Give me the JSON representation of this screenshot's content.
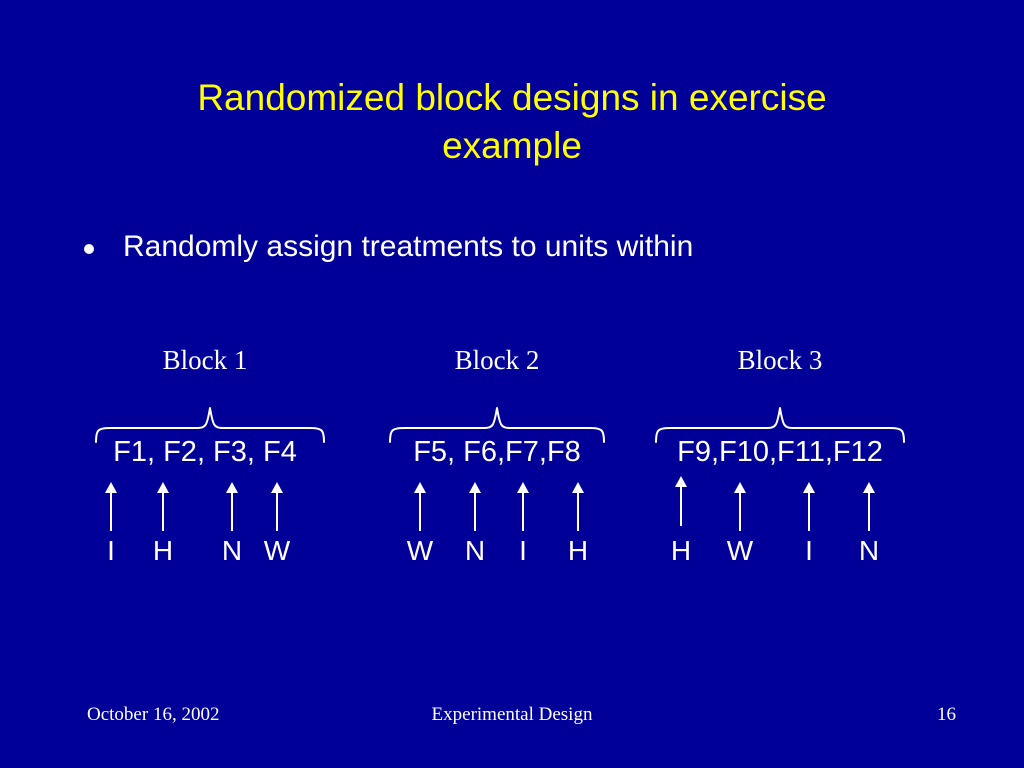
{
  "slide": {
    "background_color": "#000099",
    "title": "Randomized block designs in exercise\nexample",
    "title_color": "#ffff00",
    "body_text_color": "#ffffff"
  },
  "bullets": [
    {
      "text": "Randomly assign treatments to units within"
    }
  ],
  "diagram": {
    "blocks": [
      {
        "label": "Block 1",
        "units_label": "F1, F2, F3, F4",
        "treatments": [
          "I",
          "H",
          "N",
          "W"
        ]
      },
      {
        "label": "Block 2",
        "units_label": "F5, F6,F7,F8",
        "treatments": [
          "W",
          "N",
          "I",
          "H"
        ]
      },
      {
        "label": "Block 3",
        "units_label": "F9,F10,F11,F12",
        "treatments": [
          "H",
          "W",
          "I",
          "N"
        ]
      }
    ]
  },
  "footer": {
    "date": "October 16, 2002",
    "center": "Experimental Design",
    "page": "16"
  }
}
